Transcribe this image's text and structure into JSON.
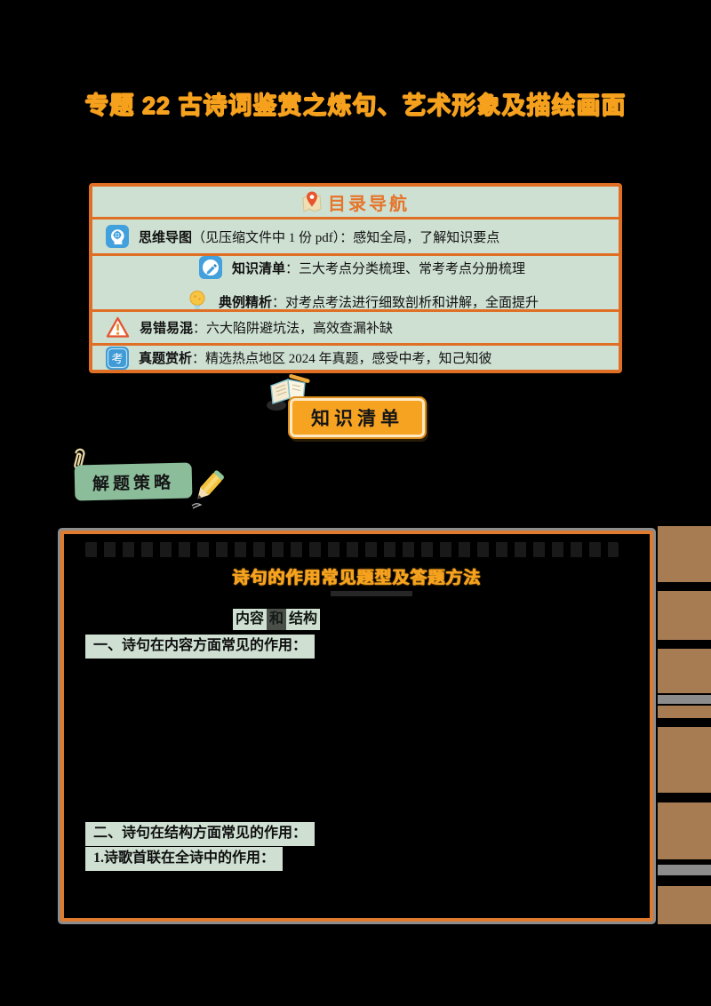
{
  "page": {
    "title": "专题 22 古诗词鉴赏之炼句、艺术形象及描绘画面"
  },
  "toc": {
    "header": "目录导航",
    "exam_icon_char": "考",
    "rows": [
      {
        "label": "思维导图",
        "desc": "（见压缩文件中 1 份 pdf）：感知全局，了解知识要点"
      },
      {
        "label": "知识清单",
        "desc": "：三大考点分类梳理、常考考点分册梳理"
      },
      {
        "label": "典例精析",
        "desc": "：对考点考法进行细致剖析和讲解，全面提升"
      },
      {
        "label": "易错易混",
        "desc": "：六大陷阱避坑法，高效查漏补缺"
      },
      {
        "label": "真题赏析",
        "desc": "：精选热点地区 2024 年真题，感受中考，知己知彼"
      }
    ]
  },
  "sections": {
    "knowledge_button": "知识清单",
    "strategy_tag": "解题策略"
  },
  "strategy_box": {
    "heading": "诗句的作用常见题型及答题方法",
    "fragment_parts": [
      "内容",
      "和",
      "结构"
    ],
    "highlight_lines": [
      "一、诗句在内容方面常见的作用：",
      "二、诗句在结构方面常见的作用：",
      "1.诗歌首联在全诗中的作用："
    ]
  },
  "colors": {
    "accent_orange": "#E06F26",
    "title_orange": "#F6A11D",
    "button_orange": "#F7A322",
    "mint_green": "#CEE0D2",
    "sage_green": "#8CBD9B",
    "icon_blue": "#42A0DC",
    "side_tab_brown": "#A87C53"
  }
}
